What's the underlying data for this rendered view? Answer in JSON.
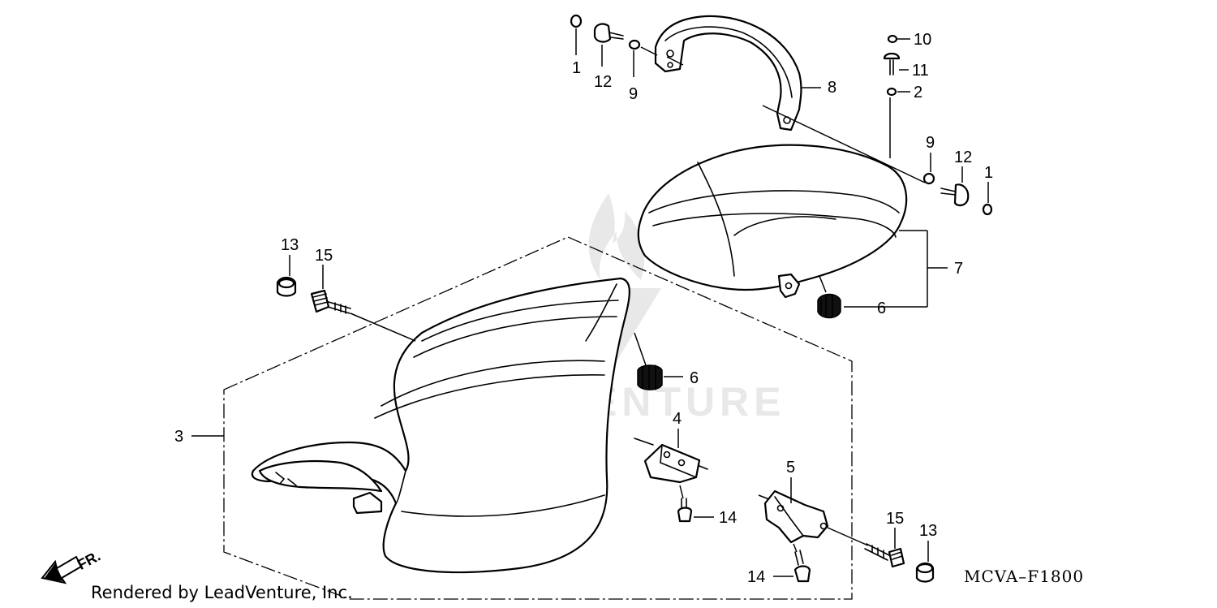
{
  "footer": {
    "credit": "Rendered by LeadVenture, Inc.",
    "diagram_code": "MCVA–F1800"
  },
  "direction": {
    "label": "FR."
  },
  "watermark": {
    "text": "LEADVENTURE"
  },
  "callouts": {
    "c1_top": "1",
    "c12_top": "12",
    "c9_top": "9",
    "c8": "8",
    "c10": "10",
    "c11": "11",
    "c2": "2",
    "c9_right": "9",
    "c12_right": "12",
    "c1_right": "1",
    "c7": "7",
    "c6_right": "6",
    "c13_left": "13",
    "c15_left": "15",
    "c6_mid": "6",
    "c3": "3",
    "c4": "4",
    "c14_mid": "14",
    "c5": "5",
    "c15_right": "15",
    "c13_right": "13",
    "c14_bottom": "14"
  }
}
